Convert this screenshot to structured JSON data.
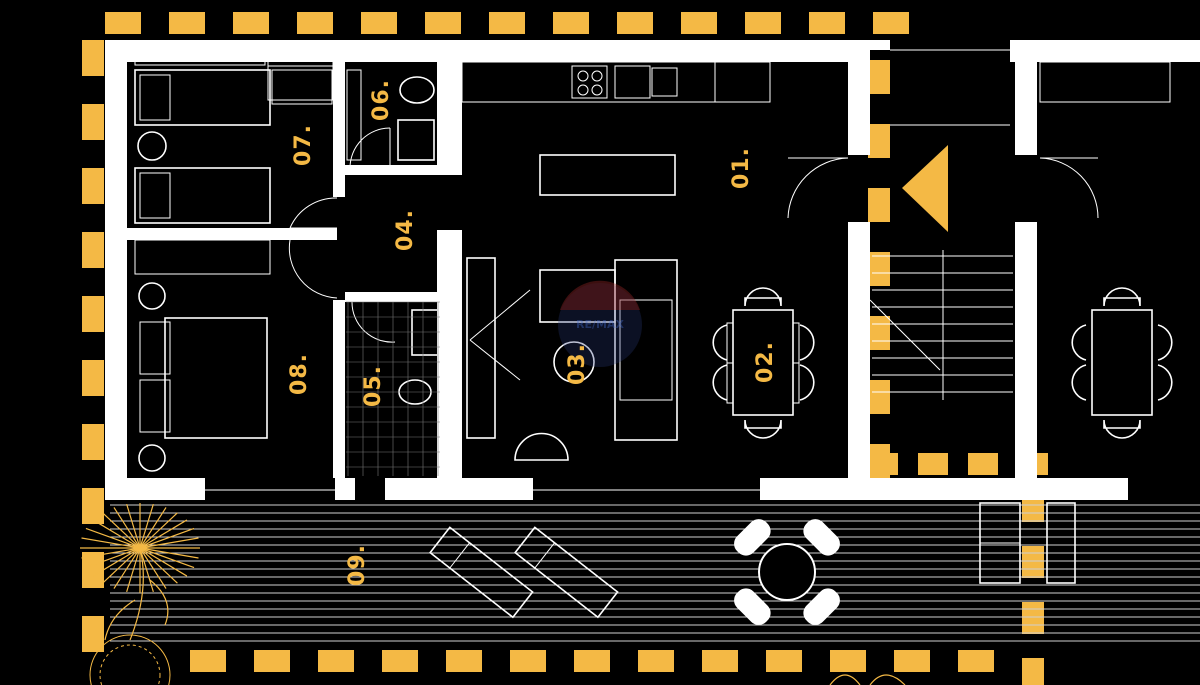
{
  "rooms": {
    "r01": "01.",
    "r02": "02.",
    "r03": "03.",
    "r04": "04.",
    "r05": "05.",
    "r06": "06.",
    "r07": "07.",
    "r08": "08.",
    "r09": "09."
  },
  "watermark": {
    "text": "RE/MAX"
  },
  "colors": {
    "background": "#000000",
    "walls": "#ffffff",
    "accent": "#f4b945"
  }
}
